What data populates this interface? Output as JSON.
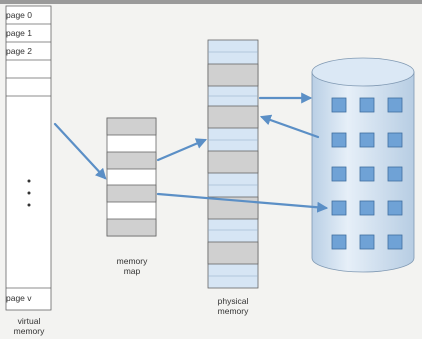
{
  "diagram": {
    "virtual_memory": {
      "pages": [
        "page 0",
        "page 1",
        "page 2"
      ],
      "last_page": "page v",
      "caption": [
        "virtual",
        "memory"
      ]
    },
    "memory_map": {
      "caption": [
        "memory",
        "map"
      ]
    },
    "physical_memory": {
      "caption": [
        "physical",
        "memory"
      ]
    },
    "colors": {
      "frame_gray": "#d0d0d0",
      "frame_blue": "#d6e5f4",
      "disk_body": "#cfe0f0",
      "disk_block": "#6fa2d6",
      "arrow": "#5b8fc6",
      "background": "#f3f3f1"
    }
  }
}
